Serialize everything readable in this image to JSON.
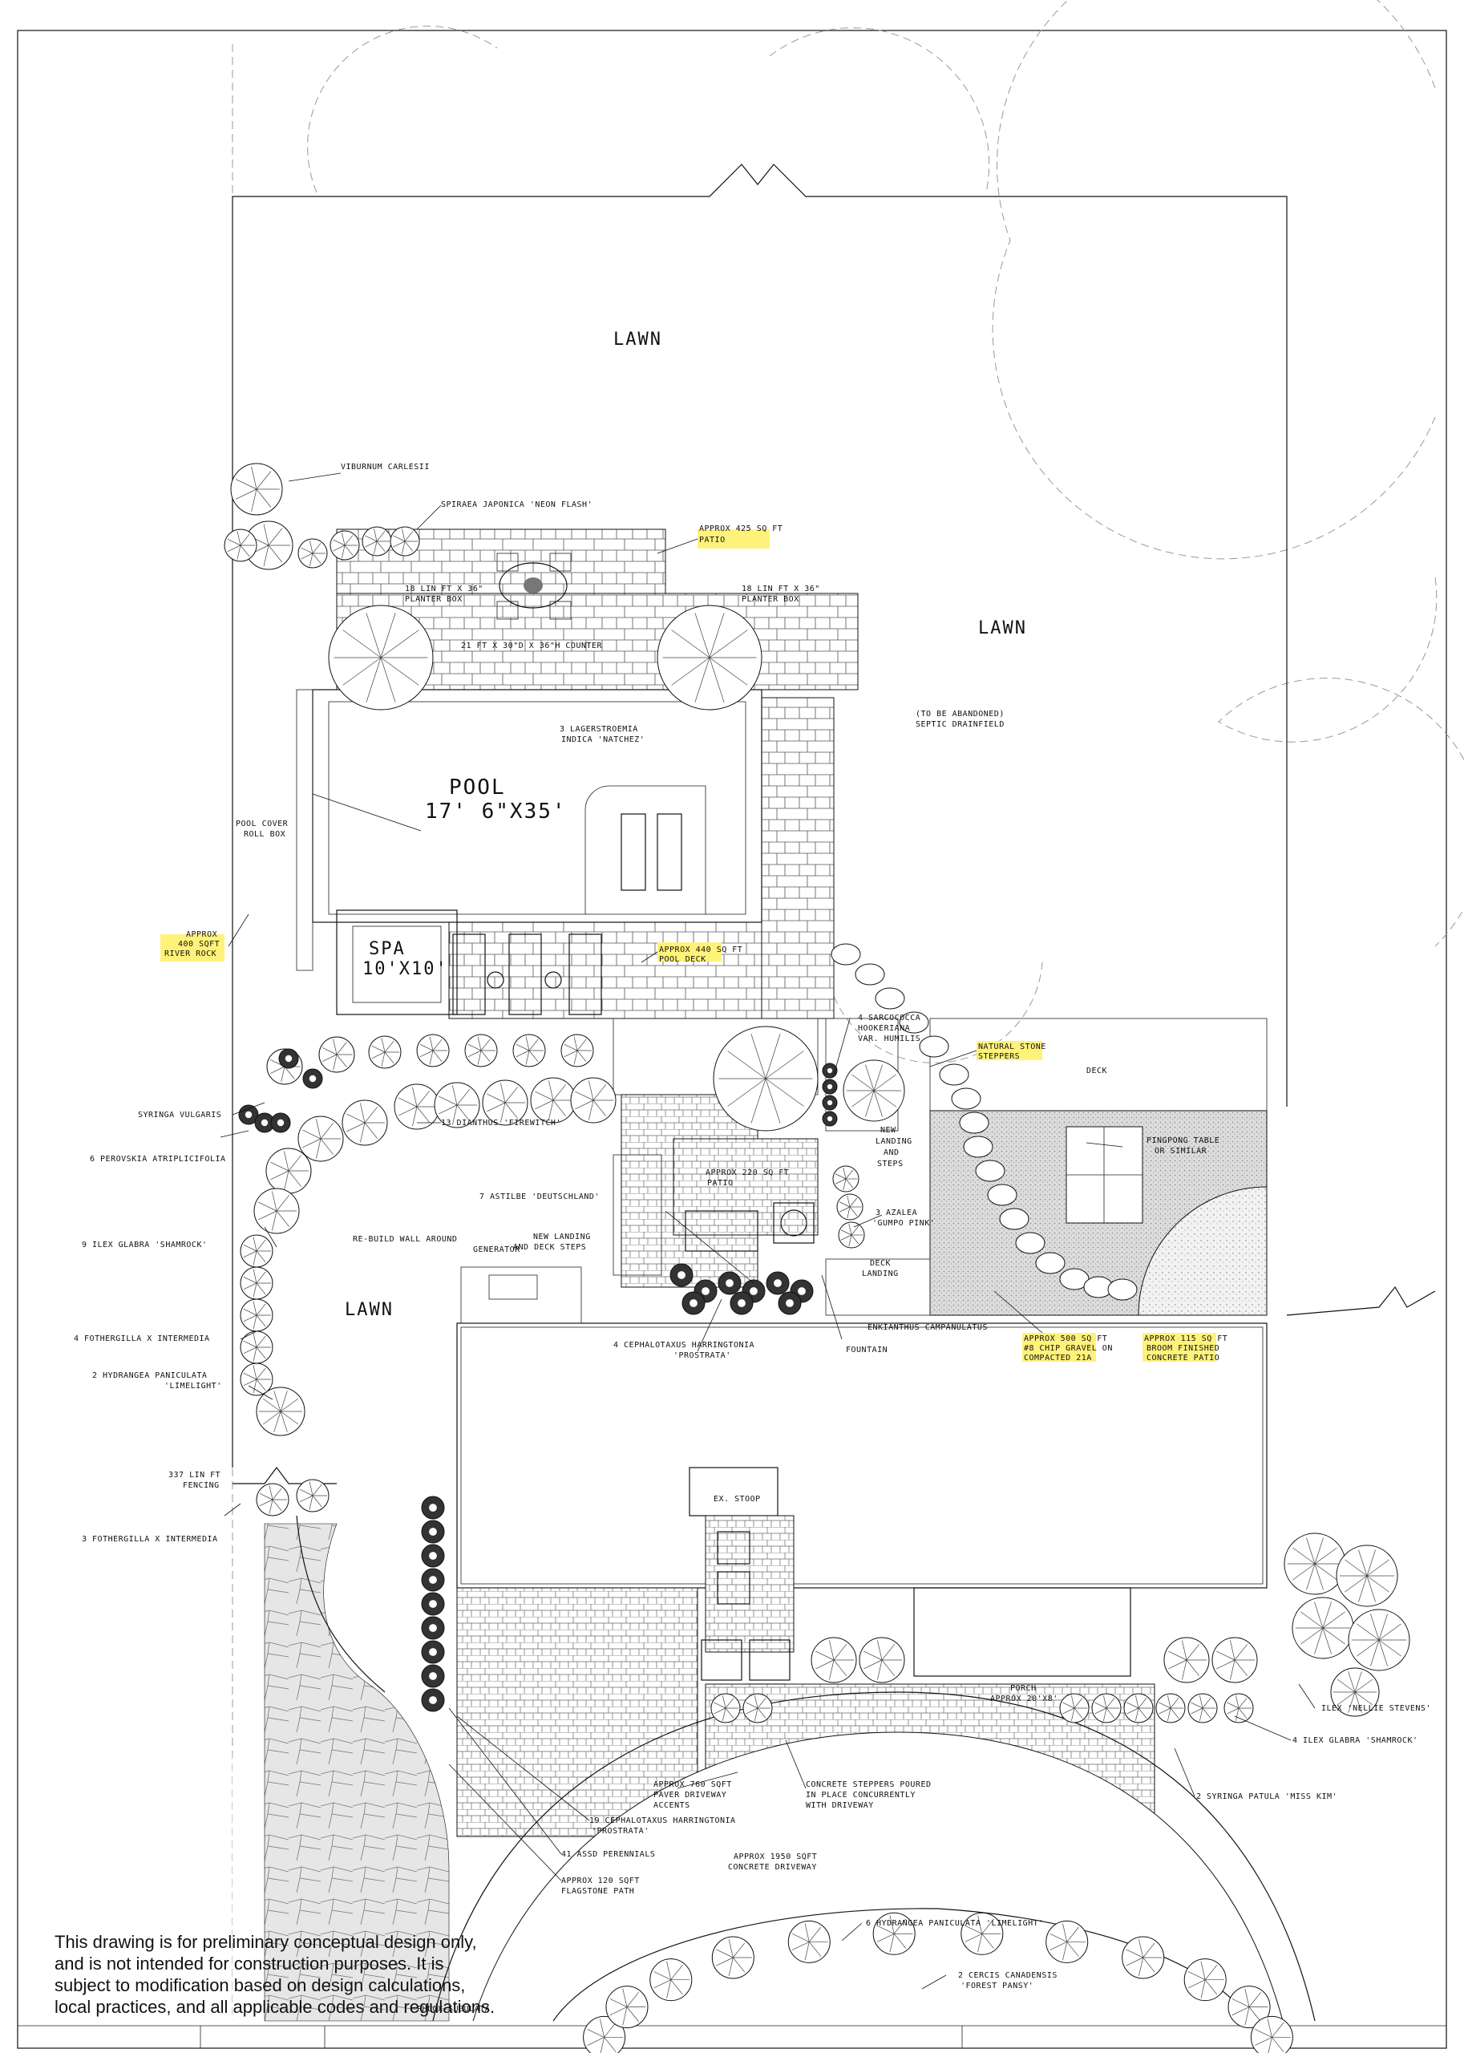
{
  "labels": {
    "lawn_top": "Lawn",
    "lawn_right": "Lawn",
    "lawn_left": "Lawn",
    "pool_title": "Pool",
    "pool_size": "17' 6\"x35'",
    "spa_title": "Spa",
    "spa_size": "10'x10'",
    "septic_1": "(to be abandoned)",
    "septic_2": "septic drainfield",
    "viburnum": "Viburnum carlesii",
    "spiraea": "Spiraea japonica 'Neon Flash'",
    "patio_425_1": "Approx 425 sq ft",
    "patio_425_2": "patio",
    "planter_left_1": "18 lin ft x 36\"",
    "planter_left_2": "planter box",
    "planter_right_1": "18 lin ft x 36\"",
    "planter_right_2": "planter box",
    "counter": "21 ft x 30\"d x 36\"h counter",
    "lagerstroemia_1": "3 Lagerstroemia",
    "lagerstroemia_2": "indica 'Natchez'",
    "pool_cover_1": "Pool cover",
    "pool_cover_2": "roll box",
    "river_rock_1": "Approx",
    "river_rock_2": "400 sqft",
    "river_rock_3": "river rock",
    "pool_deck_1": "Approx 440 sq ft",
    "pool_deck_2": "pool deck",
    "sarcococca_1": "4 Sarcococca",
    "sarcococca_2": "hookeriana",
    "sarcococca_3": "var. humilis",
    "stone_steppers_1": "Natural stone",
    "stone_steppers_2": "steppers",
    "deck": "Deck",
    "new_landing_1": "New",
    "new_landing_2": "landing",
    "new_landing_3": "and",
    "new_landing_4": "steps",
    "pingpong_1": "Pingpong table",
    "pingpong_2": "or similar",
    "syringa_vulgaris": "Syringa vulgaris",
    "perovskia": "6 Perovskia atriplicifolia",
    "dianthus": "13 Dianthus 'Firewitch'",
    "patio_220_1": "Approx 220 sq ft",
    "patio_220_2": "patio",
    "astilbe": "7 Astilbe 'Deutschland'",
    "azalea_1": "3 Azalea",
    "azalea_2": "'Gumpo Pink'",
    "ilex_shamrock_left": "9 Ilex glabra 'Shamrock'",
    "rebuild_1": "Re-build wall around",
    "rebuild_2": "generator",
    "new_landing_deck_1": "New landing",
    "new_landing_deck_2": "and deck steps",
    "deck_landing_1": "Deck",
    "deck_landing_2": "landing",
    "fothergilla_4": "4 Fothergilla x intermedia",
    "hydrangea_2_1": "2 Hydrangea paniculata",
    "hydrangea_2_2": "'Limelight'",
    "cephalotaxus_4_1": "4 Cephalotaxus harringtonia",
    "cephalotaxus_4_2": "'Prostrata'",
    "enkianthus": "Enkianthus campanulatus",
    "fountain": "Fountain",
    "gravel_1": "Approx 500 sq ft",
    "gravel_2": "#8 chip gravel on",
    "gravel_3": "compacted 21A",
    "concrete_patio_1": "Approx 115 sq ft",
    "concrete_patio_2": "broom finished",
    "concrete_patio_3": "concrete patio",
    "fencing_1": "337 lin ft",
    "fencing_2": "fencing",
    "fothergilla_3": "3 Fothergilla x intermedia",
    "stoop": "Ex. stoop",
    "porch_1": "Porch",
    "porch_2": "Approx 20'x8'",
    "ilex_nellie": "Ilex 'Nellie Stevens'",
    "ilex_shamrock_right": "4 Ilex glabra 'Shamrock'",
    "syringa_patula": "2 Syringa patula 'Miss Kim'",
    "paver_1": "Approx 760 sqft",
    "paver_2": "paver driveway",
    "paver_3": "accents",
    "steppers_1": "Concrete steppers poured",
    "steppers_2": "in place concurrently",
    "steppers_3": "with driveway",
    "cephalotaxus_19_1": "19 Cephalotaxus harringtonia",
    "cephalotaxus_19_2": "'Prostrata'",
    "perennials": "41 assd perennials",
    "concrete_drive_1": "Approx 1950 sqft",
    "concrete_drive_2": "concrete driveway",
    "flagstone_1": "Approx 120 sqft",
    "flagstone_2": "flagstone path",
    "hydrangea_6": "6 Hydrangea paniculata 'Limelight'",
    "cercis_1": "2 Cercis canadensis",
    "cercis_2": "'Forest Pansy'",
    "phlox": "Phlox subulata"
  },
  "disclaimer": {
    "line1": "This drawing is for preliminary conceptual design only,",
    "line2": "and is not intended for construction purposes. It is",
    "line3": "subject to modification based on design calculations,",
    "line4": "local practices, and all applicable codes and regulations."
  }
}
